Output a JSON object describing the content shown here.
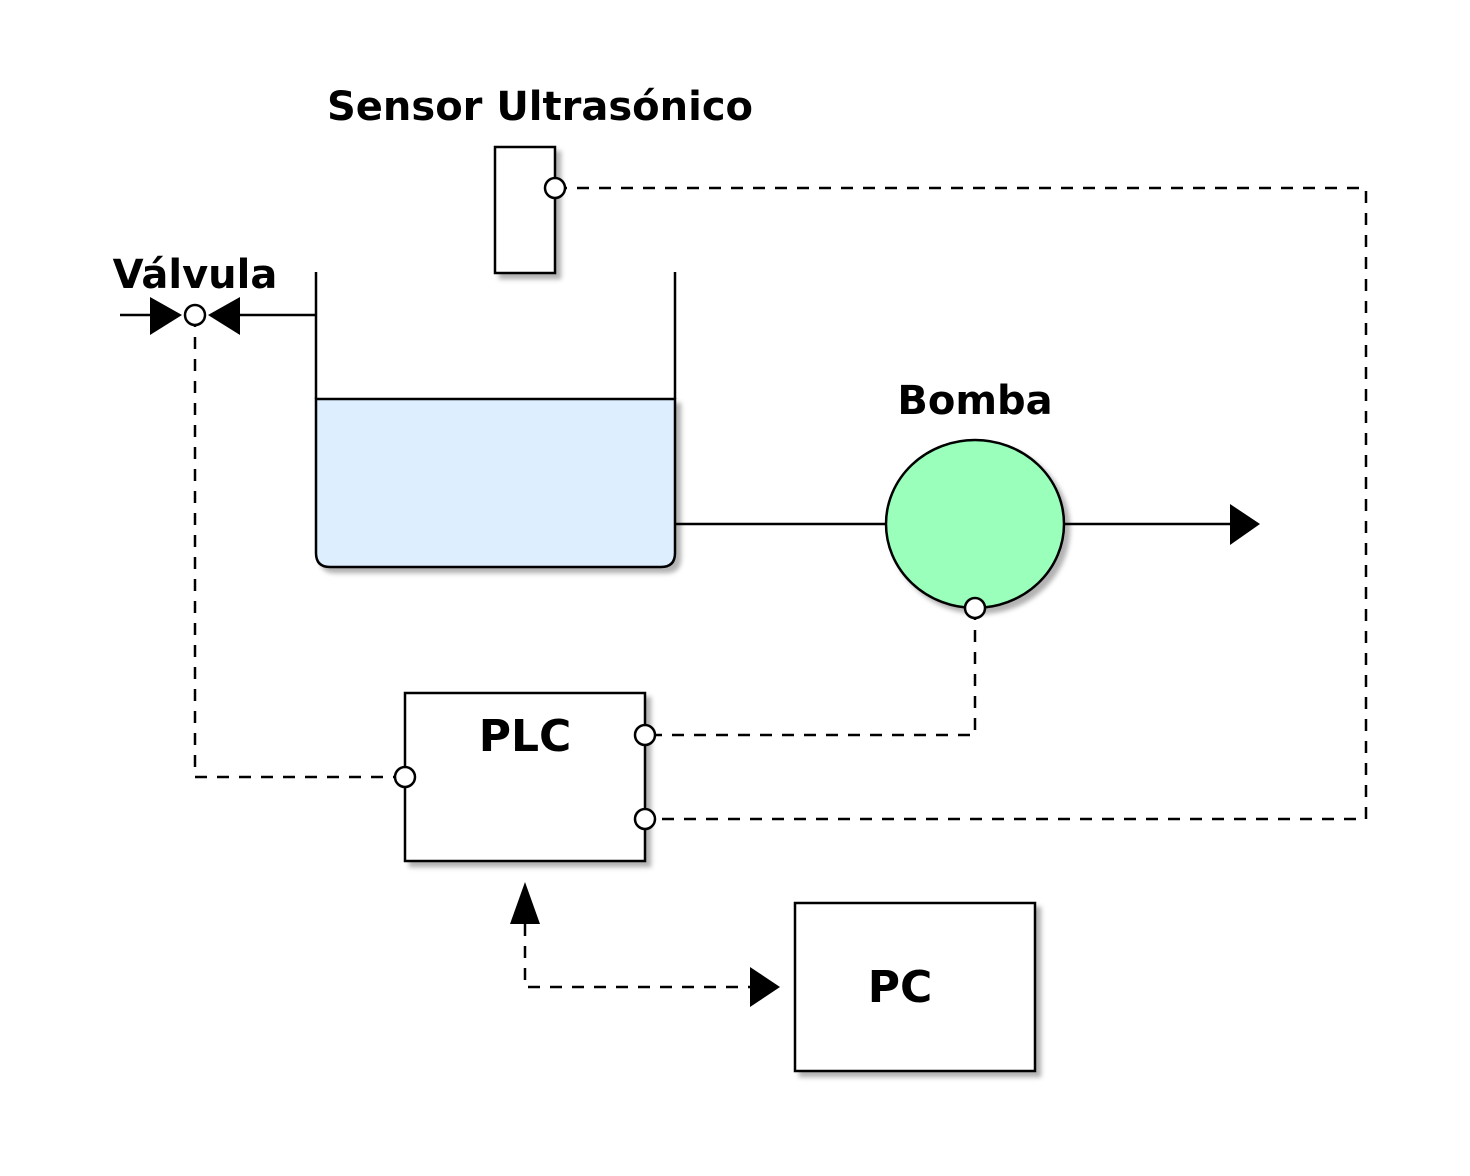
{
  "labels": {
    "sensor": "Sensor Ultrasónico",
    "valve": "Válvula",
    "pump": "Bomba",
    "plc": "PLC",
    "pc": "PC"
  },
  "colors": {
    "water": "#ddeeff",
    "pump": "#99ffbb",
    "line": "#000000",
    "shadow": "#b8b8b8"
  }
}
